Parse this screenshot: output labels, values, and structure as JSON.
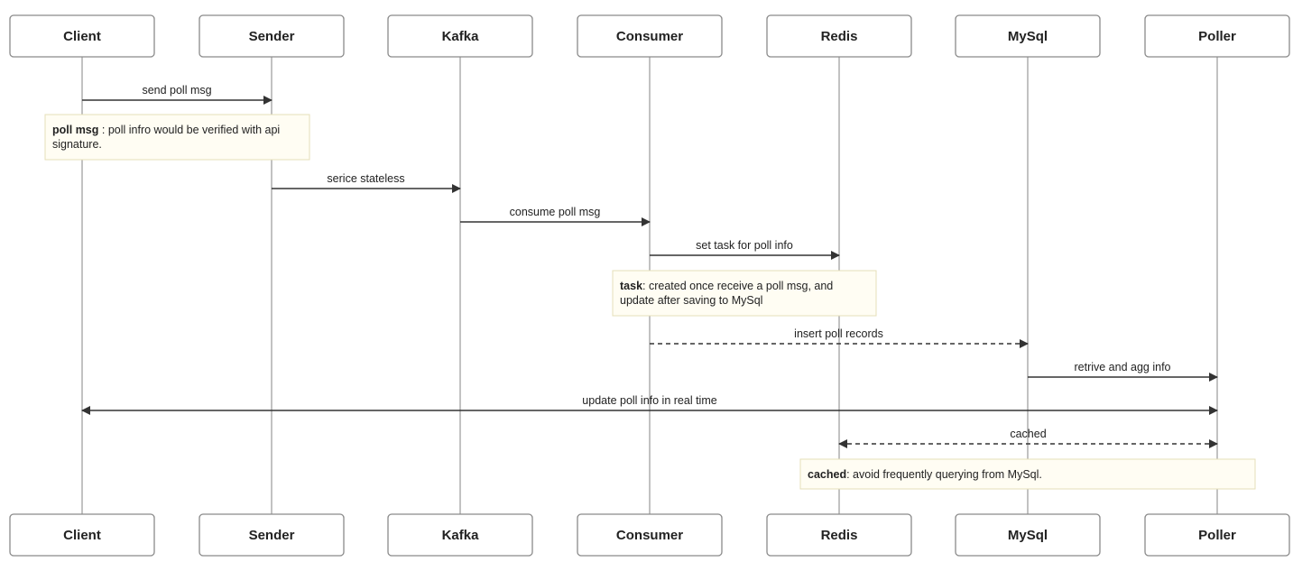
{
  "colors": {
    "actor_border": "#8a8a8a",
    "actor_fill": "#ffffff",
    "lifeline": "#9a9a9a",
    "arrow": "#333333",
    "note_fill": "#fffdf3",
    "note_border": "#e6dfb8",
    "text": "#222222"
  },
  "actors": [
    {
      "id": "client",
      "label": "Client"
    },
    {
      "id": "sender",
      "label": "Sender"
    },
    {
      "id": "kafka",
      "label": "Kafka"
    },
    {
      "id": "consumer",
      "label": "Consumer"
    },
    {
      "id": "redis",
      "label": "Redis"
    },
    {
      "id": "mysql",
      "label": "MySql"
    },
    {
      "id": "poller",
      "label": "Poller"
    }
  ],
  "messages": [
    {
      "from": "client",
      "to": "sender",
      "label": "send poll msg",
      "style": "solid",
      "arrows": "end"
    },
    {
      "from": "sender",
      "to": "kafka",
      "label": "serice stateless",
      "style": "solid",
      "arrows": "end"
    },
    {
      "from": "kafka",
      "to": "consumer",
      "label": "consume poll msg",
      "style": "solid",
      "arrows": "end"
    },
    {
      "from": "consumer",
      "to": "redis",
      "label": "set task for poll info",
      "style": "solid",
      "arrows": "end"
    },
    {
      "from": "consumer",
      "to": "mysql",
      "label": "insert poll records",
      "style": "dashed",
      "arrows": "end"
    },
    {
      "from": "mysql",
      "to": "poller",
      "label": "retrive and agg info",
      "style": "solid",
      "arrows": "end"
    },
    {
      "from": "client",
      "to": "poller",
      "label": "update poll info in real time",
      "style": "solid",
      "arrows": "both"
    },
    {
      "from": "redis",
      "to": "poller",
      "label": "cached",
      "style": "dashed",
      "arrows": "both"
    }
  ],
  "notes": [
    {
      "name": "note-poll-msg",
      "bold": "poll msg",
      "lines": [
        " : poll infro would be verified with api",
        "signature."
      ]
    },
    {
      "name": "note-task",
      "bold": "task",
      "lines": [
        ": created once receive a poll msg, and",
        "update after saving to MySql"
      ]
    },
    {
      "name": "note-cached",
      "bold": "cached",
      "lines": [
        ": avoid frequently querying from MySql."
      ]
    }
  ]
}
